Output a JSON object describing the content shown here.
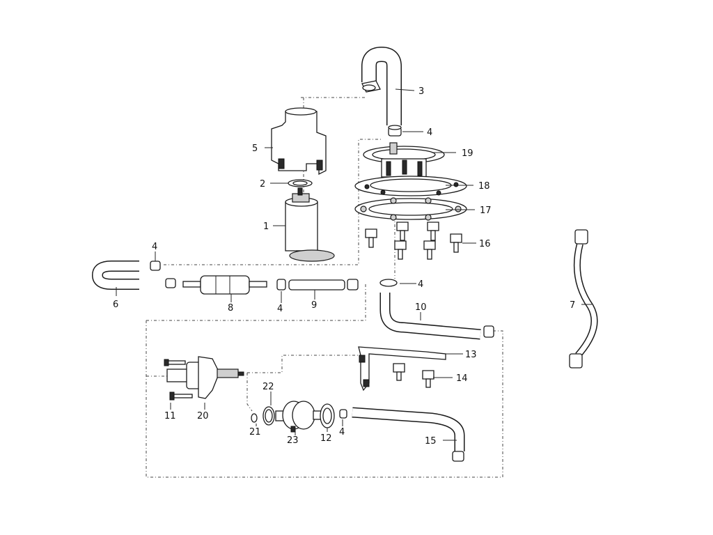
{
  "labels": {
    "p1": "1",
    "p2": "2",
    "p3": "3",
    "p4a": "4",
    "p4b": "4",
    "p4c": "4",
    "p4d": "4",
    "p4e": "4",
    "p5": "5",
    "p6": "6",
    "p7": "7",
    "p8": "8",
    "p9": "9",
    "p10": "10",
    "p11": "11",
    "p12": "12",
    "p13": "13",
    "p14": "14",
    "p15": "15",
    "p16": "16",
    "p17": "17",
    "p18": "18",
    "p19": "19",
    "p20": "20",
    "p21": "21",
    "p22": "22",
    "p23": "23"
  }
}
